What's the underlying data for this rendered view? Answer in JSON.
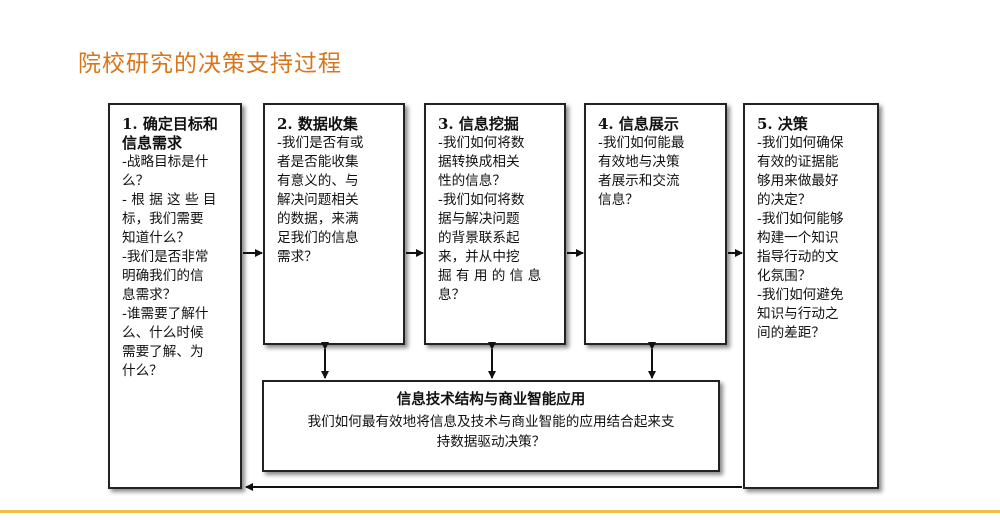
{
  "title": "院校研究的决策支持过程",
  "steps": [
    {
      "heading": "1. 确定目标和信息需求",
      "lines": [
        "1. 确定目标和",
        "信息需求",
        "-战略目标是什",
        "么？",
        "- 根 据 这 些 目",
        "标，我们需要",
        "知道什么？",
        "-我们是否非常",
        "明确我们的信",
        "息需求？",
        "-谁需要了解什",
        "么、什么时候",
        "需要了解、为",
        "什么？"
      ]
    },
    {
      "heading": "2. 数据收集",
      "lines": [
        "2. 数据收集",
        "-我们是否有或",
        "者是否能收集",
        "有意义的、与",
        "解决问题相关",
        "的数据，来满",
        "足我们的信息",
        "需求？"
      ]
    },
    {
      "heading": "3. 信息挖掘",
      "lines": [
        "3. 信息挖掘",
        "-我们如何将数",
        "据转换成相关",
        "性的信息？",
        "-我们如何将数",
        "据与解决问题",
        "的背景联系起",
        "来，并从中挖",
        "掘 有 用 的 信 息",
        "息？"
      ]
    },
    {
      "heading": "4. 信息展示",
      "lines": [
        "4. 信息展示",
        "-我们如何能最",
        "有效地与决策",
        "者展示和交流",
        "信息？"
      ]
    },
    {
      "heading": "5. 决策",
      "lines": [
        "5. 决策",
        "-我们如何确保",
        "有效的证据能",
        "够用来做最好",
        "的决定？",
        "-我们如何能够",
        "构建一个知识",
        "指导行动的文",
        "化氛围？",
        "-我们如何避免",
        "知识与行动之",
        "间的差距？"
      ]
    }
  ],
  "support": {
    "heading": "信息技术结构与商业智能应用",
    "text_lines": [
      "我们如何最有效地将信息及技术与商业智能的应用结合起来支",
      "持数据驱动决策？"
    ]
  }
}
